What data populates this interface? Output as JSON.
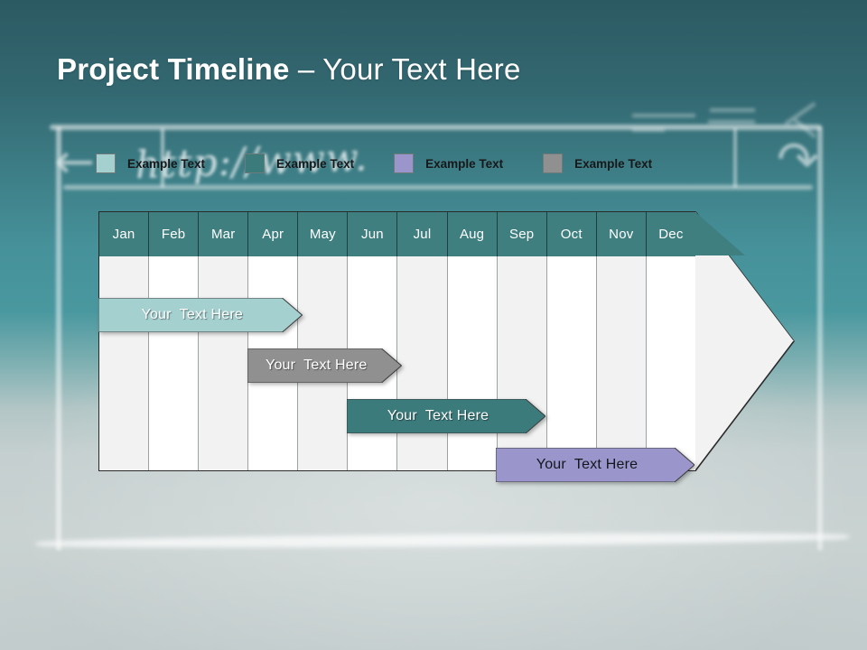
{
  "slide": {
    "title_bold": "Project Timeline",
    "title_rest": " – Your Text Here",
    "background_sketch_text": "http://www."
  },
  "legend": {
    "items": [
      {
        "label": "Example Text",
        "color": "#a5d0d0",
        "name": "legend-swatch-light-teal"
      },
      {
        "label": "Example Text",
        "color": "#3c7b7c",
        "name": "legend-swatch-dark-teal"
      },
      {
        "label": "Example Text",
        "color": "#9a96cc",
        "name": "legend-swatch-purple"
      },
      {
        "label": "Example Text",
        "color": "#909090",
        "name": "legend-swatch-gray"
      }
    ]
  },
  "chart_data": {
    "type": "bar",
    "title": "Project Timeline",
    "xlabel": "",
    "ylabel": "",
    "categories": [
      "Jan",
      "Feb",
      "Mar",
      "Apr",
      "May",
      "Jun",
      "Jul",
      "Aug",
      "Sep",
      "Oct",
      "Nov",
      "Dec"
    ],
    "axis_header_color": "#3f7f80",
    "grid": true,
    "legend_position": "top",
    "series": [
      {
        "name": "Example Text",
        "label": "Your  Text Here",
        "color": "#a5d0d0",
        "start_month": 1,
        "end_month": 5.1,
        "row": 0,
        "text_color": "light"
      },
      {
        "name": "Example Text",
        "label": "Your  Text Here",
        "color": "#909090",
        "start_month": 4,
        "end_month": 7.1,
        "row": 1,
        "text_color": "light"
      },
      {
        "name": "Example Text",
        "label": "Your  Text Here",
        "color": "#3c7b7c",
        "start_month": 6,
        "end_month": 10.0,
        "row": 2,
        "text_color": "light"
      },
      {
        "name": "Example Text",
        "label": "Your  Text Here",
        "color": "#9a96cc",
        "start_month": 9,
        "end_month": 13.0,
        "row": 3,
        "text_color": "dark"
      }
    ]
  }
}
